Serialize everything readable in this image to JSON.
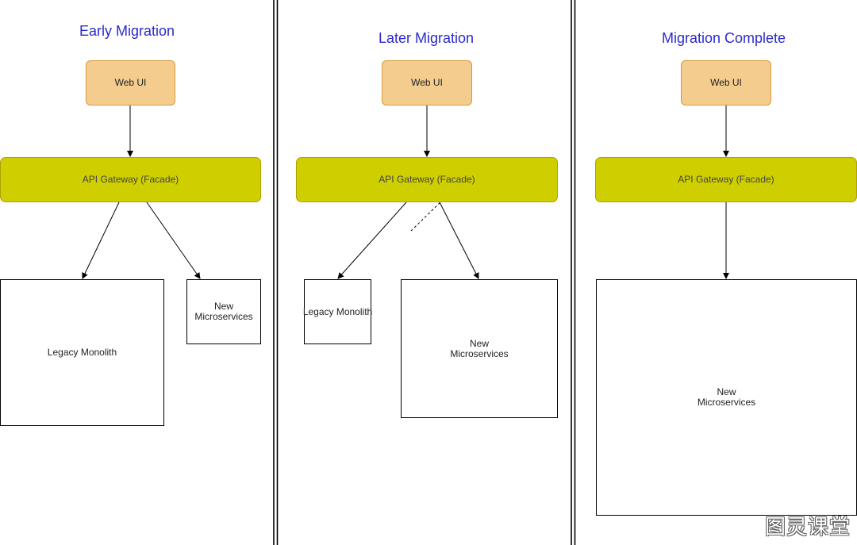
{
  "panels": [
    {
      "title": "Early Migration",
      "web_ui": "Web UI",
      "gateway": "API Gateway (Facade)",
      "legacy": "Legacy Monolith",
      "new": "New\nMicroservices"
    },
    {
      "title": "Later Migration",
      "web_ui": "Web UI",
      "gateway": "API Gateway (Facade)",
      "legacy": "Legacy Monolith",
      "new": "New\nMicroservices"
    },
    {
      "title": "Migration Complete",
      "web_ui": "Web UI",
      "gateway": "API Gateway (Facade)",
      "new": "New\nMicroservices"
    }
  ],
  "watermark": "图灵课堂",
  "colors": {
    "title": "#2a2acc",
    "web_ui_fill": "#f3cc8e",
    "gateway_fill": "#cfcf00"
  }
}
